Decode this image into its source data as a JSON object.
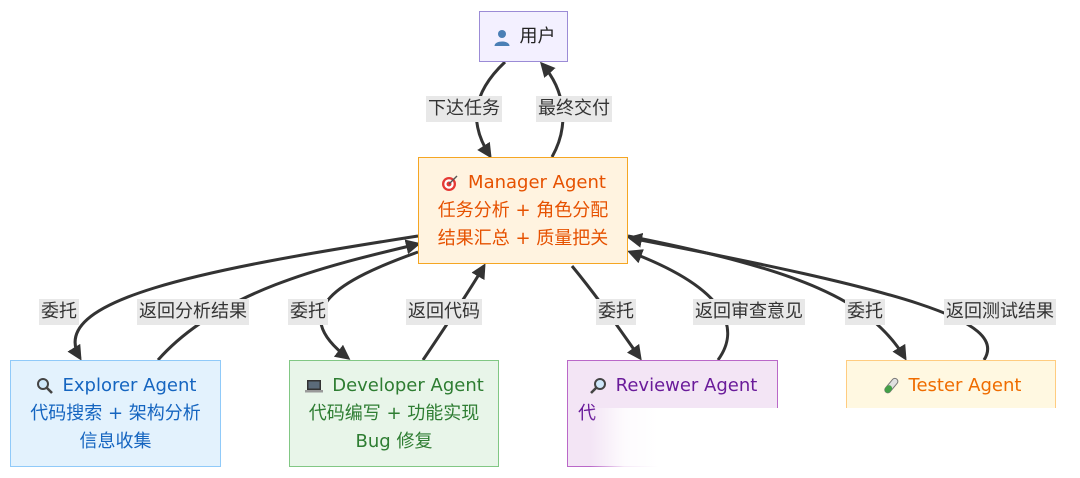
{
  "nodes": {
    "user": {
      "icon": "user-bust-icon",
      "label": "用户"
    },
    "manager": {
      "icon": "target-icon",
      "title": "Manager Agent",
      "line1": "任务分析 + 角色分配",
      "line2": "结果汇总 + 质量把关",
      "color": "#e65100"
    },
    "explorer": {
      "icon": "magnifier-left-icon",
      "title": "Explorer Agent",
      "line1": "代码搜索 + 架构分析",
      "line2": "信息收集",
      "color": "#1565c0"
    },
    "developer": {
      "icon": "laptop-icon",
      "title": "Developer Agent",
      "line1": "代码编写 + 功能实现",
      "line2": "Bug 修复",
      "color": "#2e7d32"
    },
    "reviewer": {
      "icon": "magnifier-right-icon",
      "title": "Reviewer Agent",
      "line1": "代",
      "color": "#6a1b9a"
    },
    "tester": {
      "icon": "test-tube-icon",
      "title": "Tester Agent",
      "color": "#ef6c00"
    }
  },
  "edges": {
    "user_to_manager": "下达任务",
    "manager_to_user": "最终交付",
    "delegate_explorer": "委托",
    "explorer_return": "返回分析结果",
    "delegate_developer": "委托",
    "developer_return": "返回代码",
    "delegate_reviewer": "委托",
    "reviewer_return": "返回审查意见",
    "delegate_tester": "委托",
    "tester_return": "返回测试结果"
  }
}
